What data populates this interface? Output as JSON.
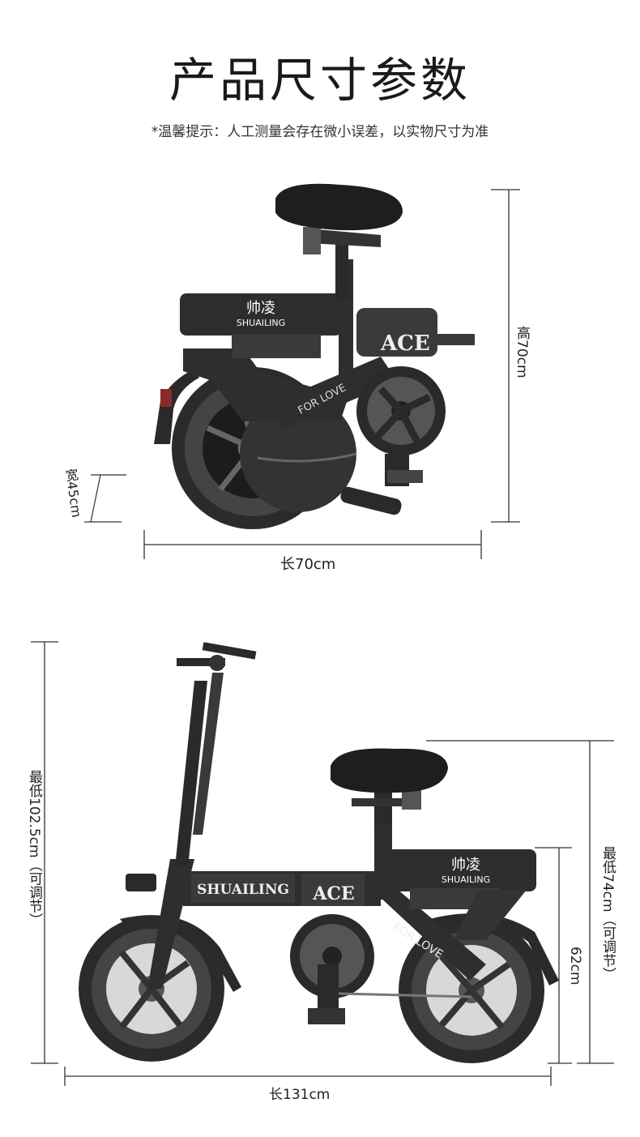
{
  "header": {
    "title": "产品尺寸参数",
    "notice": "*温馨提示：人工测量会存在微小误差，以实物尺寸为准"
  },
  "folded_view": {
    "brand_cn": "帅凌",
    "brand_en": "SHUAILING",
    "frame_text": "ACE",
    "frame_slogan": "FOR LOVE",
    "height_label": "高70cm",
    "width_label": "宽45cm",
    "length_label": "长70cm"
  },
  "unfolded_view": {
    "brand_cn": "帅凌",
    "brand_en": "SHUAILING",
    "frame_brand": "SHUAILING",
    "frame_text": "ACE",
    "frame_slogan": "FOR LOVE",
    "total_height_label": "最低102.5cm（可调节）",
    "seat_height_label": "最低74cm（可调节）",
    "rack_height_label": "62cm",
    "length_label": "长131cm"
  }
}
